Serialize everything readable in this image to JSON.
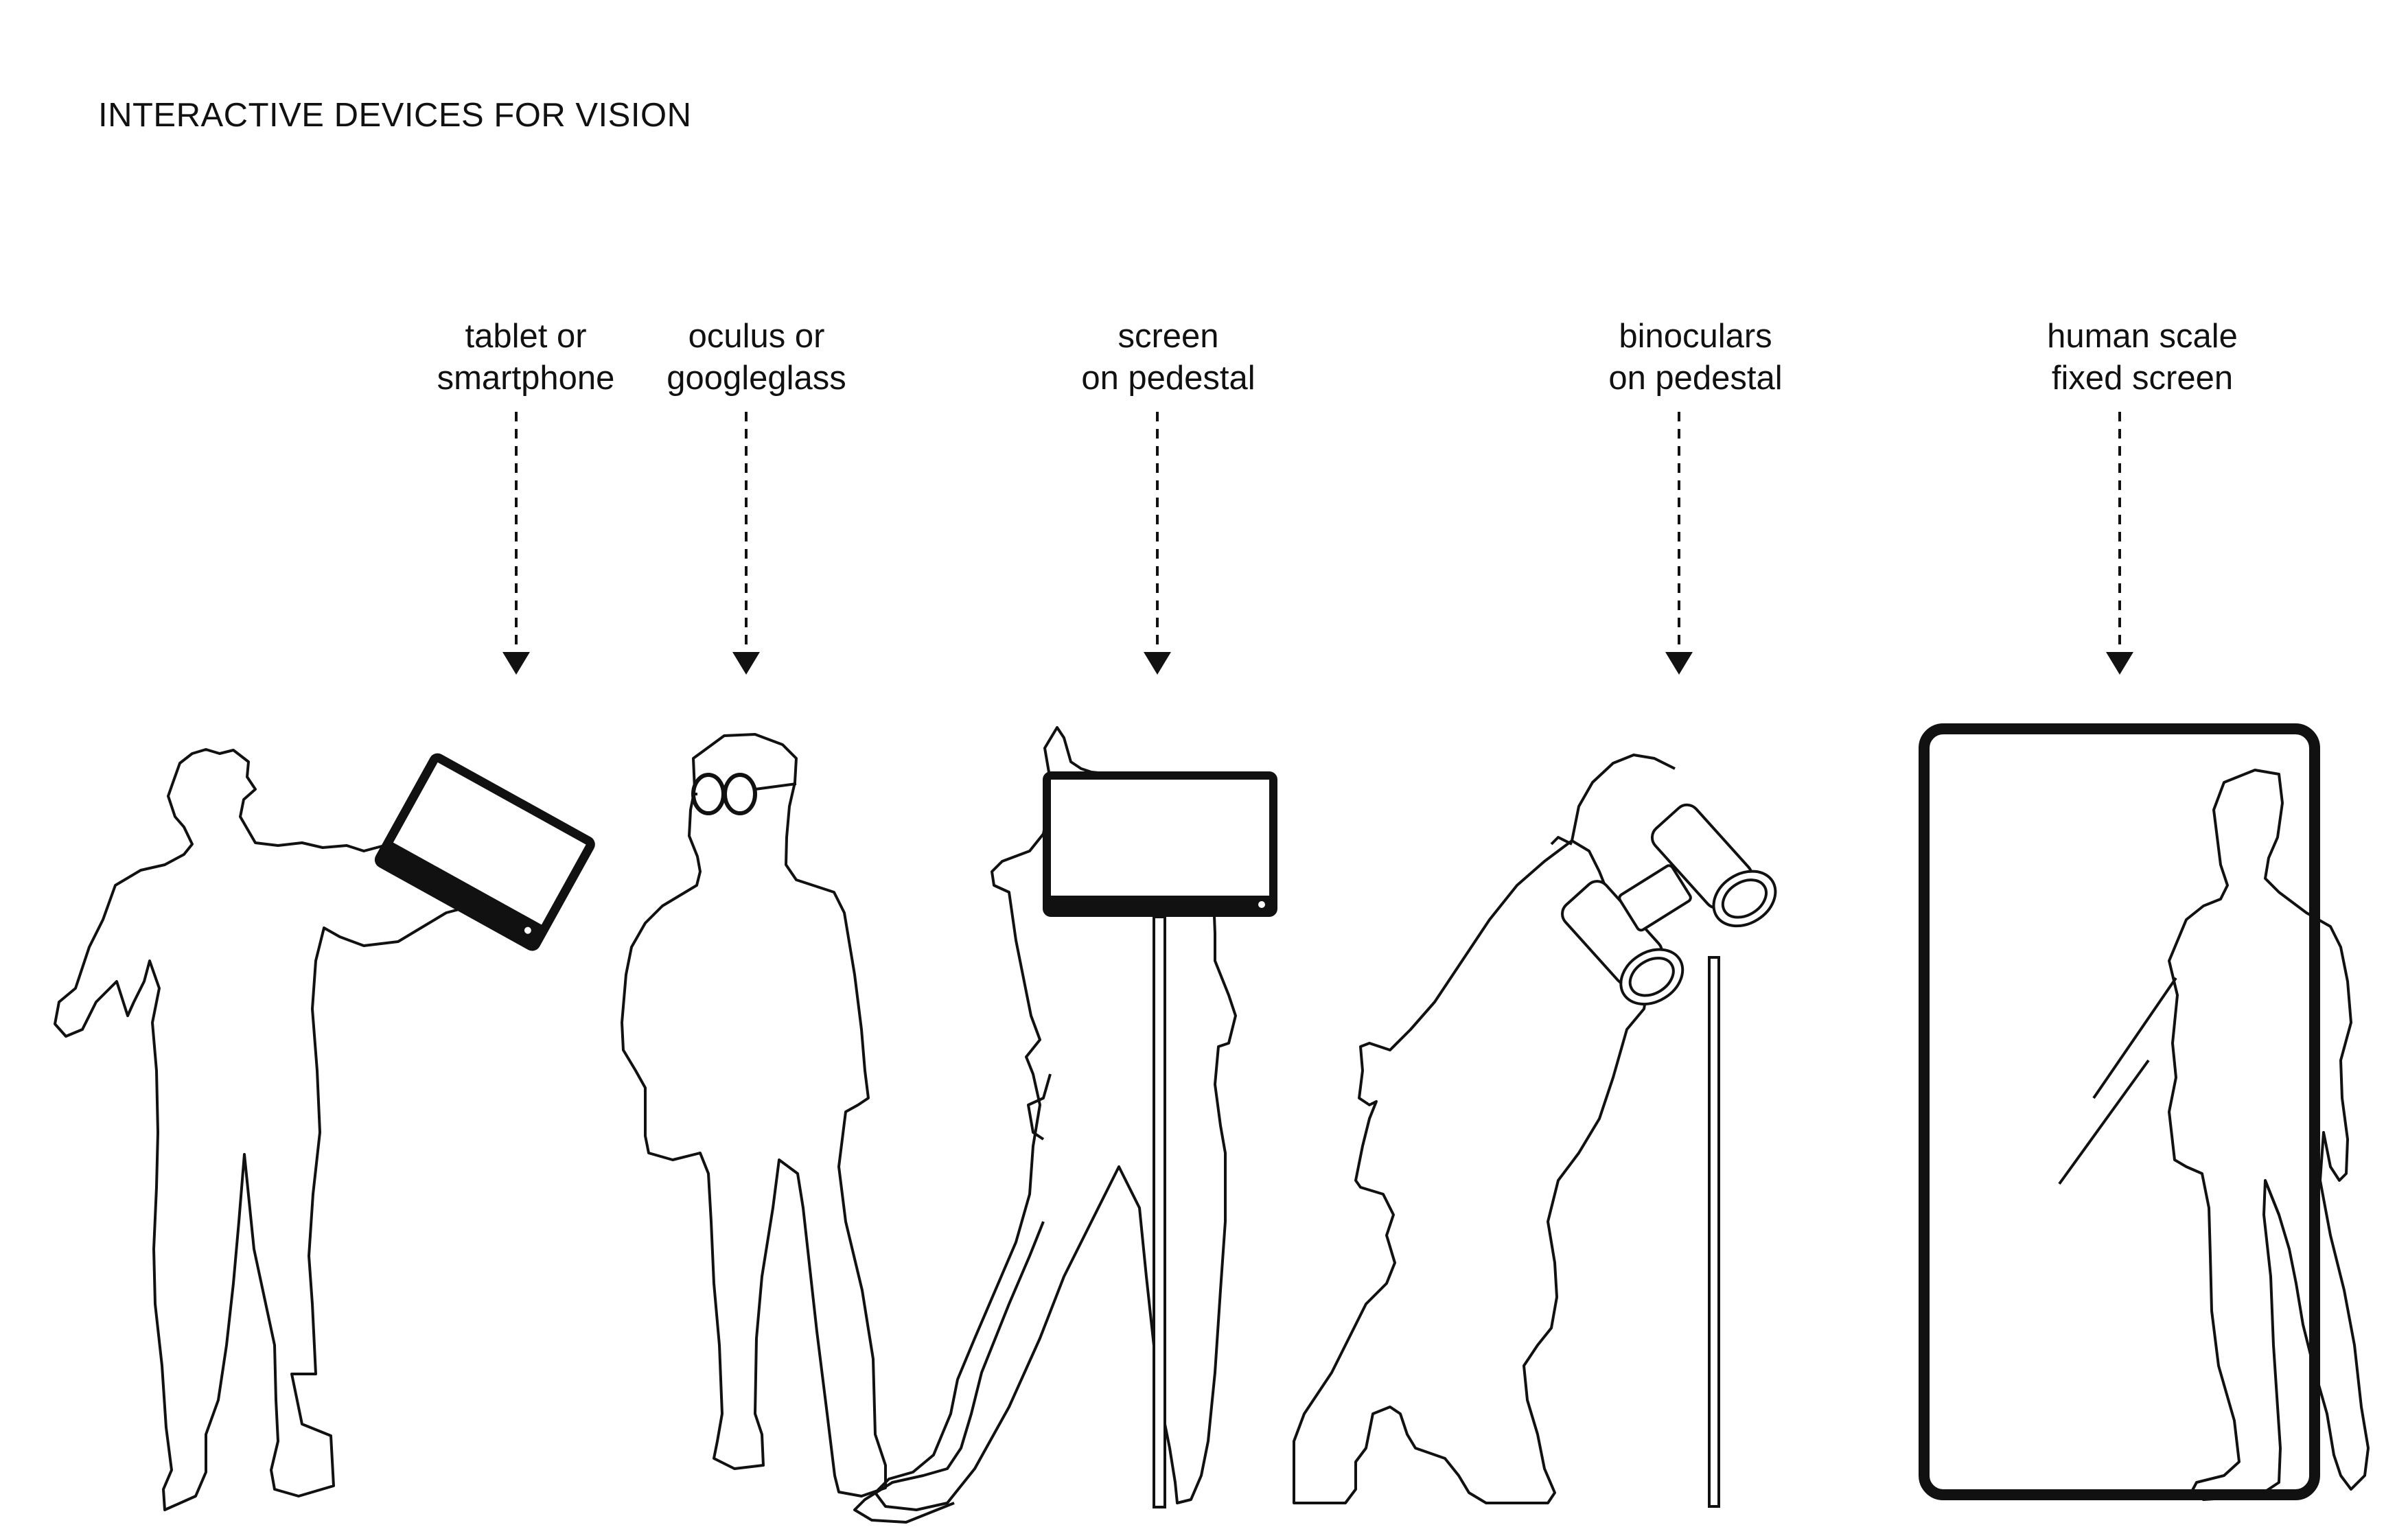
{
  "title": "INTERACTIVE DEVICES FOR VISION",
  "devices": [
    {
      "line1": "tablet or",
      "line2": "smartphone"
    },
    {
      "line1": "oculus or",
      "line2": "googleglass"
    },
    {
      "line1": "screen",
      "line2": "on pedestal"
    },
    {
      "line1": "binoculars",
      "line2": "on pedestal"
    },
    {
      "line1": "human scale",
      "line2": "fixed screen"
    }
  ]
}
